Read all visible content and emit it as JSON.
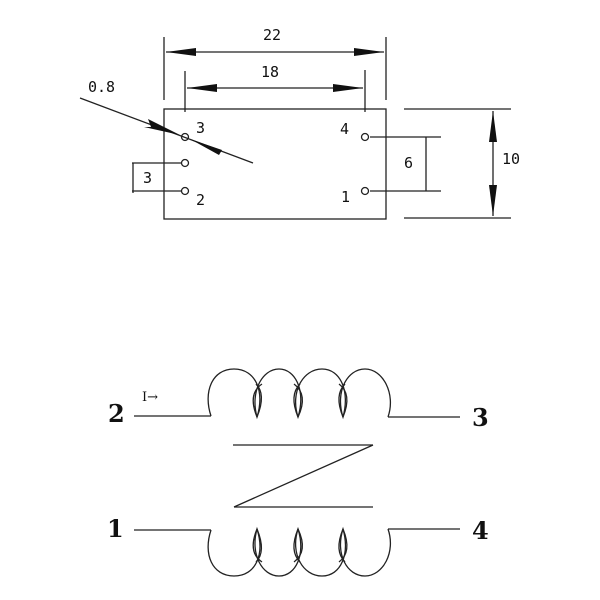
{
  "dimensions_drawing": {
    "overall_length": "22",
    "pin_span": "18",
    "pin_diameter": "0.8",
    "pin_pitch_left": "3",
    "pin_pitch_right": "6",
    "body_height": "10",
    "pin_labels": {
      "p3": "3",
      "p2": "2",
      "p4": "4",
      "p1": "1"
    }
  },
  "schematic": {
    "current_label": "I→",
    "terminals": {
      "t2": "2",
      "t3": "3",
      "t1": "1",
      "t4": "4"
    }
  }
}
